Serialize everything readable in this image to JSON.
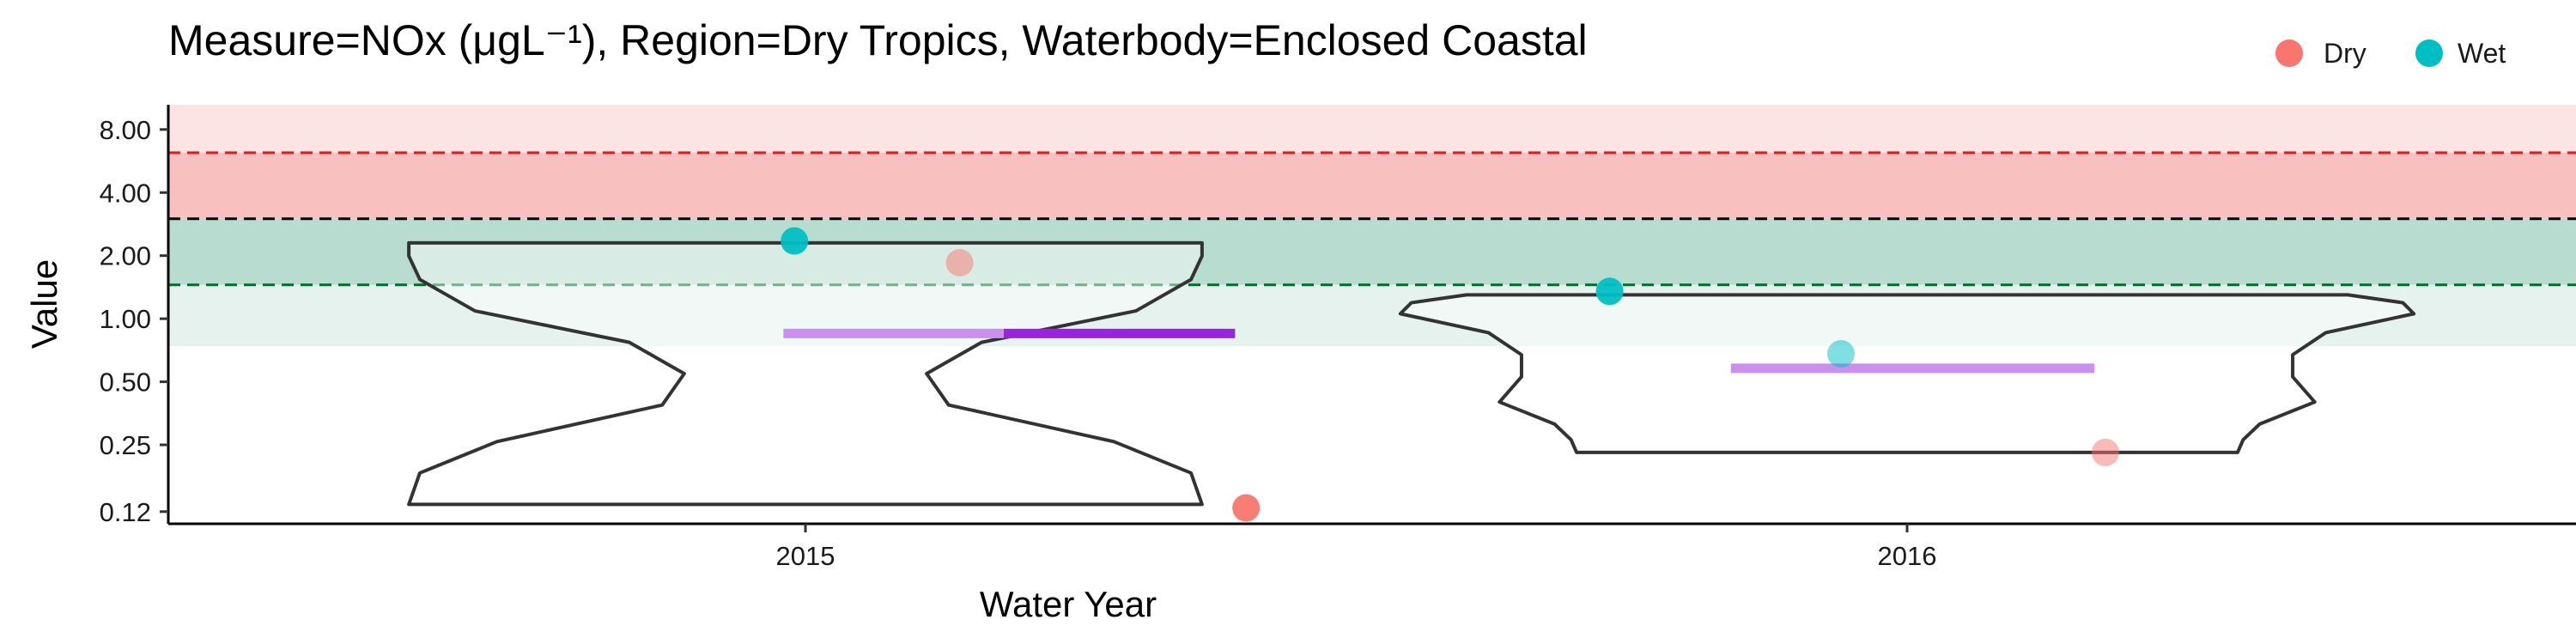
{
  "chart_data": {
    "type": "violin",
    "title": "Measure=NOx (μgL⁻¹), Region=Dry Tropics, Waterbody=Enclosed Coastal",
    "xlabel": "Water Year",
    "ylabel": "Value",
    "y_scale": "log2",
    "categories": [
      "2015",
      "2016"
    ],
    "y_ticks": [
      0.12,
      0.25,
      0.5,
      1.0,
      2.0,
      4.0,
      8.0
    ],
    "y_tick_labels": [
      "0.12",
      "0.25",
      "0.50",
      "1.00",
      "2.00",
      "4.00",
      "8.00"
    ],
    "ylim": [
      0.105,
      10.5
    ],
    "bands": [
      {
        "from": 6.2,
        "to": 10.5,
        "color": "#fce4e4"
      },
      {
        "from": 3.0,
        "to": 6.2,
        "color": "#f9c0c0"
      },
      {
        "from": 1.45,
        "to": 3.0,
        "color": "#b8dccf"
      },
      {
        "from": 0.74,
        "to": 1.45,
        "color": "#e6f2ee"
      }
    ],
    "reference_lines": [
      {
        "value": 6.2,
        "color": "#e31a1c"
      },
      {
        "value": 3.0,
        "color": "#000000"
      },
      {
        "value": 1.45,
        "color": "#006d2c"
      }
    ],
    "violins": [
      {
        "category": "2015",
        "ymin": 0.13,
        "ymax": 2.3
      },
      {
        "category": "2016",
        "ymin": 0.23,
        "ymax": 1.3
      }
    ],
    "series": [
      {
        "name": "Dry",
        "color": "#f8766d",
        "points": [
          {
            "x": "2015",
            "y": 1.85,
            "light": true
          },
          {
            "x": "2015",
            "y": 0.125,
            "light": false
          },
          {
            "x": "2016",
            "y": 0.23,
            "light": true
          }
        ]
      },
      {
        "name": "Wet",
        "color": "#00bfc4",
        "points": [
          {
            "x": "2015",
            "y": 2.35,
            "light": false
          },
          {
            "x": "2016",
            "y": 1.35,
            "light": false
          },
          {
            "x": "2016",
            "y": 0.68,
            "light": true
          }
        ]
      }
    ],
    "summary_lines": [
      {
        "category": "2015",
        "value": 0.85,
        "segments": [
          {
            "from": -0.02,
            "to": 0.18,
            "color": "#cd8ef2"
          },
          {
            "from": 0.18,
            "to": 0.39,
            "color": "#9b22e0"
          }
        ]
      },
      {
        "category": "2016",
        "value": 0.58,
        "segments": [
          {
            "from": -0.16,
            "to": 0.17,
            "color": "#cd8ef2"
          }
        ]
      }
    ],
    "legend": {
      "position": "top-right",
      "entries": [
        "Dry",
        "Wet"
      ]
    },
    "grid": false
  }
}
